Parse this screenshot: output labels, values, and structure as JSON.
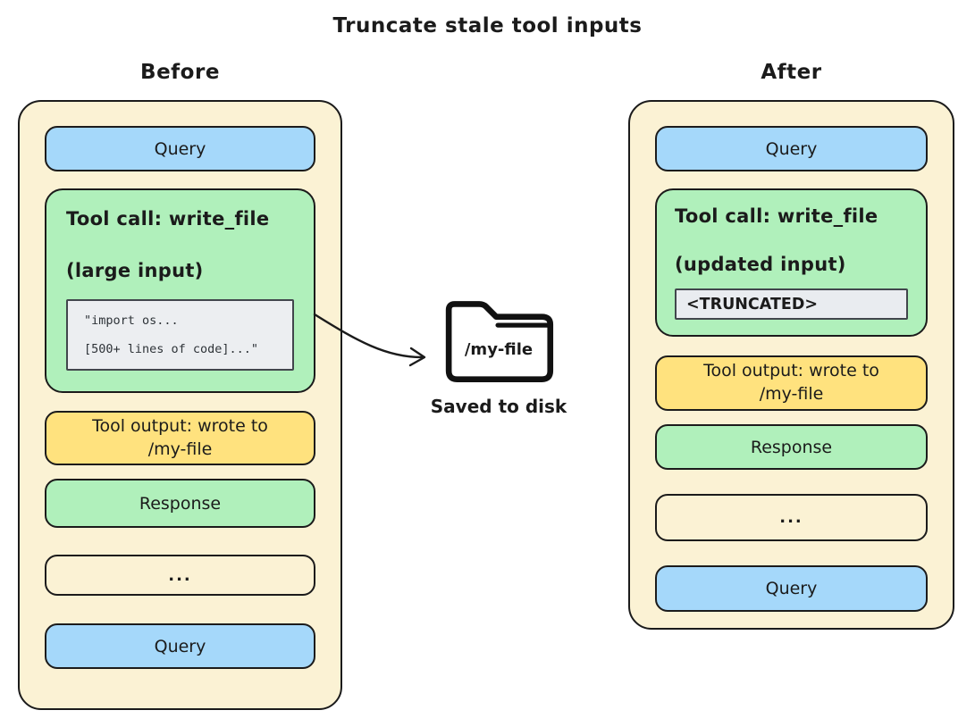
{
  "title": "Truncate stale tool inputs",
  "before": {
    "label": "Before",
    "query_top": "Query",
    "tool_call": {
      "title": "Tool call: write_file",
      "subtitle": "(large input)",
      "code_lines": [
        "\"import os...",
        "[500+ lines of code]...\""
      ]
    },
    "tool_output": "Tool output: wrote to /my-file",
    "response": "Response",
    "ellipsis": "...",
    "query_bottom": "Query"
  },
  "after": {
    "label": "After",
    "query_top": "Query",
    "tool_call": {
      "title": "Tool call: write_file",
      "subtitle": "(updated input)",
      "truncated": "<TRUNCATED>"
    },
    "tool_output": "Tool output: wrote to /my-file",
    "response": "Response",
    "ellipsis": "...",
    "query_bottom": "Query"
  },
  "disk": {
    "folder_label": "/my-file",
    "caption": "Saved to disk"
  },
  "colors": {
    "panel_cream": "#fbf2d4",
    "query_blue": "#a5d8fa",
    "tool_green": "#b0f0bb",
    "output_yellow": "#ffe27e",
    "code_gray": "#eceef1",
    "ink": "#1b1b1b"
  }
}
